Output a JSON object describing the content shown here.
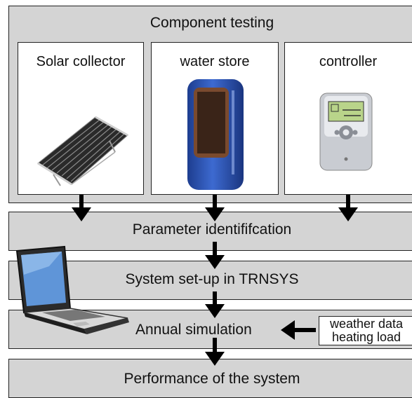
{
  "component_testing": {
    "title": "Component testing",
    "panels": [
      {
        "label": "Solar collector",
        "icon": "solar-collector-icon"
      },
      {
        "label": "water store",
        "icon": "water-store-icon"
      },
      {
        "label": "controller",
        "icon": "controller-icon"
      }
    ]
  },
  "steps": {
    "parameter_identification": "Parameter identififcation",
    "system_setup": "System set-up in TRNSYS",
    "annual_simulation": "Annual simulation",
    "performance": "Performance of the system"
  },
  "inputs": {
    "line1": "weather data",
    "line2": "heating load"
  },
  "icons": {
    "laptop": "laptop-icon"
  },
  "colors": {
    "band_fill": "#d4d4d4",
    "water_store_blue": "#2f56b8",
    "arrow": "#000000"
  }
}
